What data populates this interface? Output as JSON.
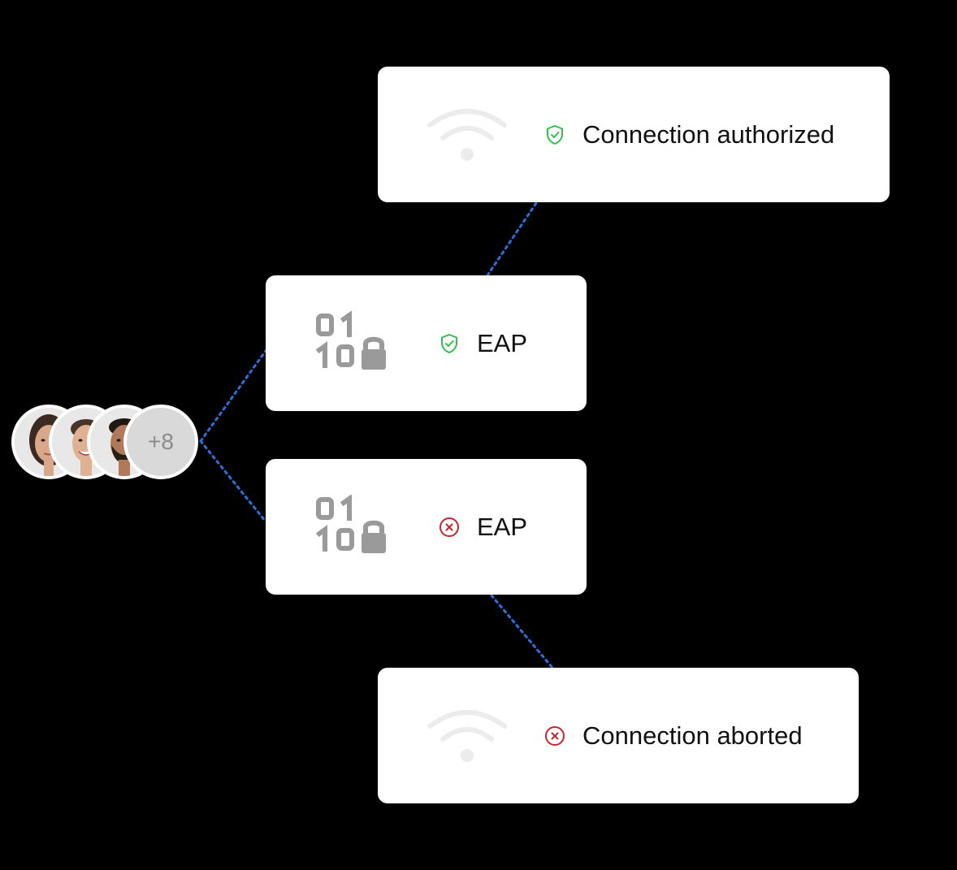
{
  "colors": {
    "background": "#000000",
    "card": "#ffffff",
    "connector": "#2f6fd6",
    "success": "#2fbf4a",
    "failure": "#c0272d",
    "icon_gray": "#9a9a9a",
    "wifi_gray": "#ececec"
  },
  "nodes": {
    "connection_authorized": {
      "icon": "wifi-icon",
      "status_icon": "shield-check-icon",
      "label": "Connection authorized"
    },
    "eap_success": {
      "icon": "binary-lock-icon",
      "status_icon": "shield-check-icon",
      "label": "EAP"
    },
    "eap_failure": {
      "icon": "binary-lock-icon",
      "status_icon": "circle-x-icon",
      "label": "EAP"
    },
    "connection_aborted": {
      "icon": "wifi-icon",
      "status_icon": "circle-x-icon",
      "label": "Connection aborted"
    }
  },
  "users": {
    "avatars": [
      "avatar-woman",
      "avatar-man-smiling",
      "avatar-man-beard"
    ],
    "more_label": "+8"
  }
}
